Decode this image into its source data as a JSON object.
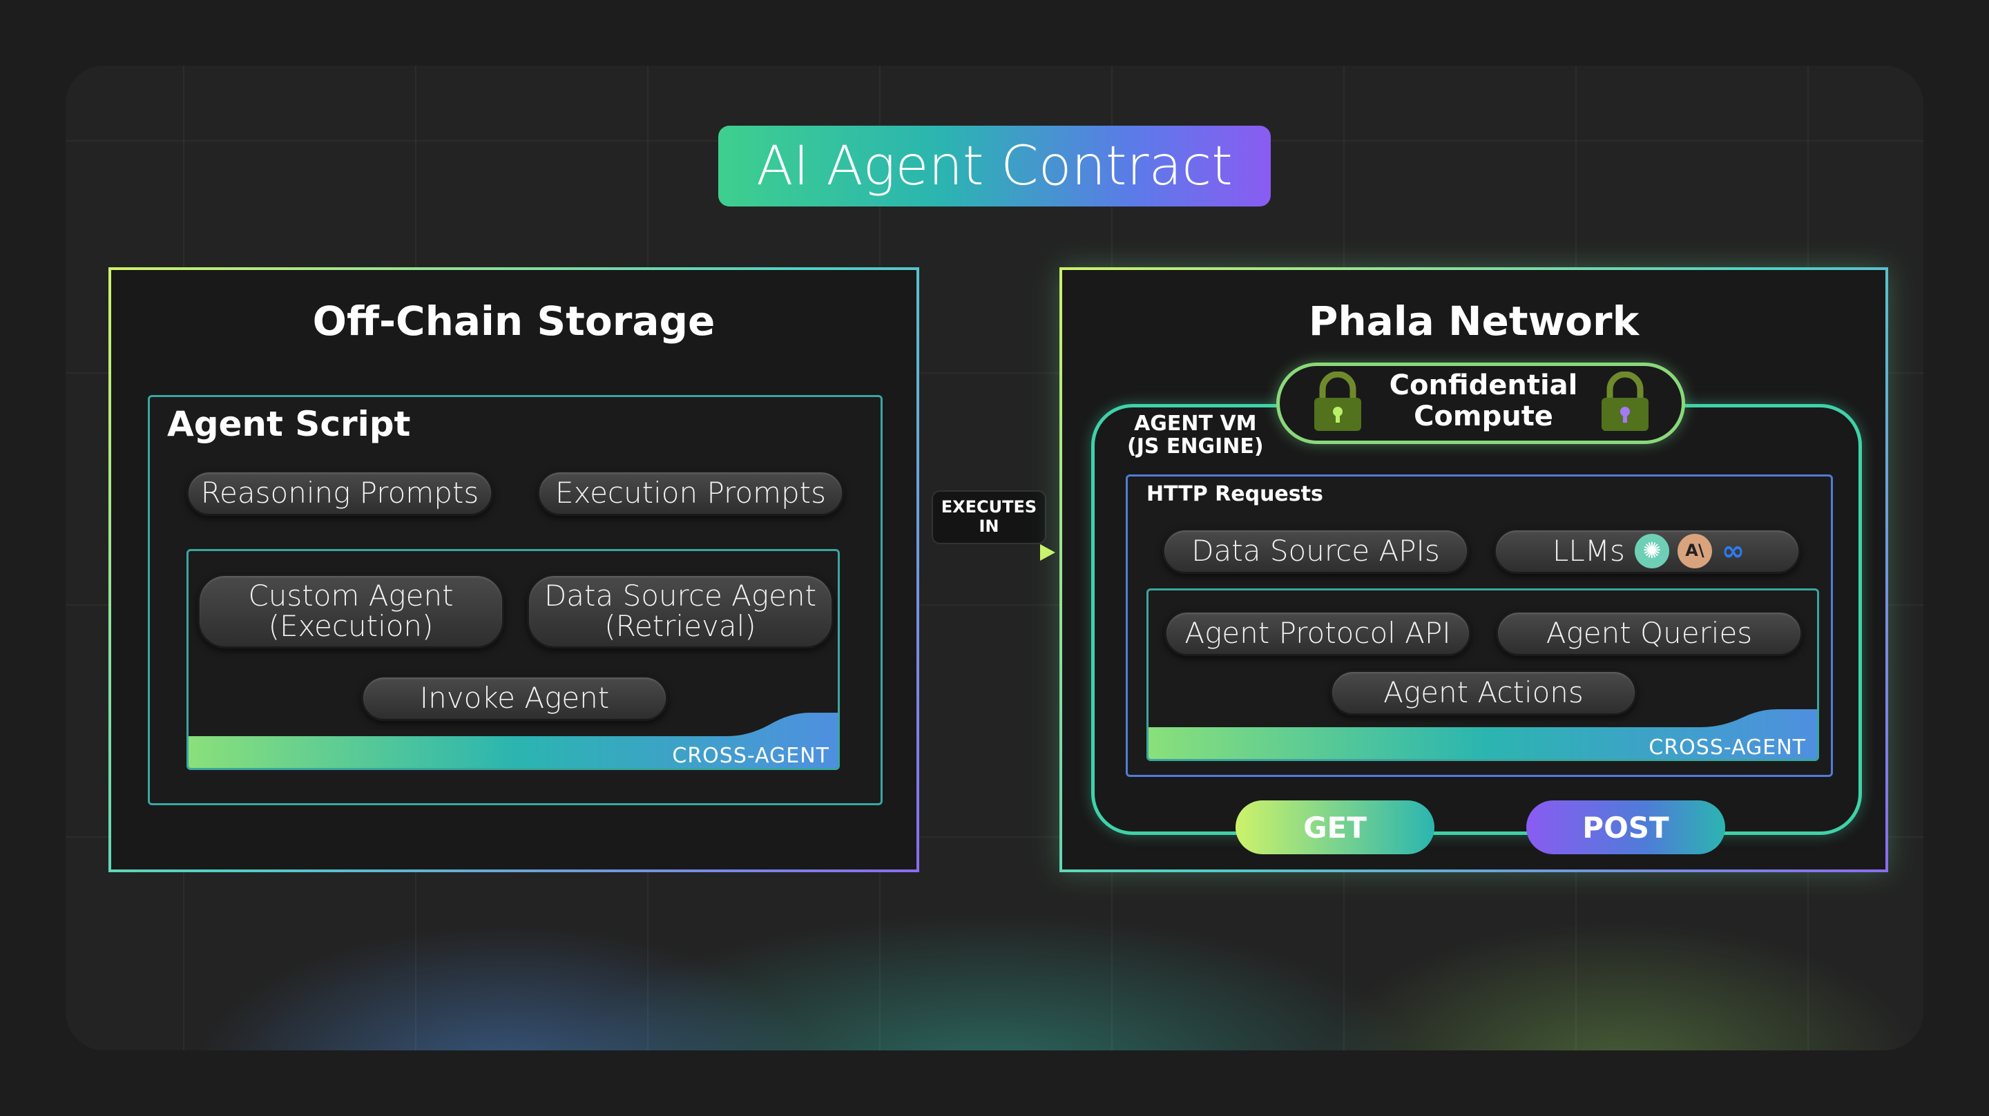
{
  "title": "AI Agent Contract",
  "left": {
    "title": "Off-Chain Storage",
    "script_title": "Agent Script",
    "prompts": [
      "Reasoning Prompts",
      "Execution Prompts"
    ],
    "agents": [
      "Custom Agent\n(Execution)",
      "Data Source Agent\n(Retrieval)"
    ],
    "invoke": "Invoke Agent",
    "cross": "CROSS-AGENT"
  },
  "connector": {
    "label": "EXECUTES\nIN"
  },
  "right": {
    "title": "Phala Network",
    "confidential": "Confidential\nCompute",
    "vm": "AGENT VM\n(JS ENGINE)",
    "http": "HTTP Requests",
    "data_source": "Data Source APIs",
    "llms": "LLMs",
    "protocol": "Agent Protocol API",
    "queries": "Agent Queries",
    "actions": "Agent Actions",
    "cross": "CROSS-AGENT",
    "get": "GET",
    "post": "POST"
  },
  "colors": {
    "accent_green": "#cdf26a",
    "accent_teal": "#2bb5b0",
    "accent_purple": "#8a5cf2"
  }
}
